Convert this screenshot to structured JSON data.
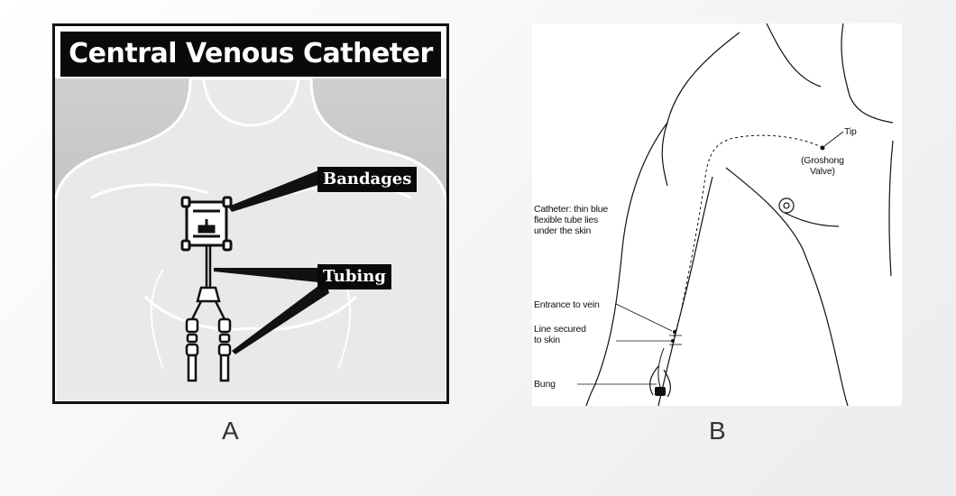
{
  "panel_a": {
    "title": "Central Venous Catheter",
    "labels": {
      "bandages": "Bandages",
      "tubing": "Tubing"
    },
    "caption": "A"
  },
  "panel_b": {
    "labels": {
      "tip": "Tip",
      "groshong_valve": "(Groshong\nValve)",
      "catheter": "Catheter: thin blue\nflexible tube lies\nunder the skin",
      "entrance": "Entrance to vein",
      "line_secured": "Line secured\nto skin",
      "bung": "Bung"
    },
    "caption": "B"
  },
  "colors": {
    "bg": "#f4f4f4",
    "ink": "#111111",
    "panel_a_fill": "#bdbdbd"
  }
}
